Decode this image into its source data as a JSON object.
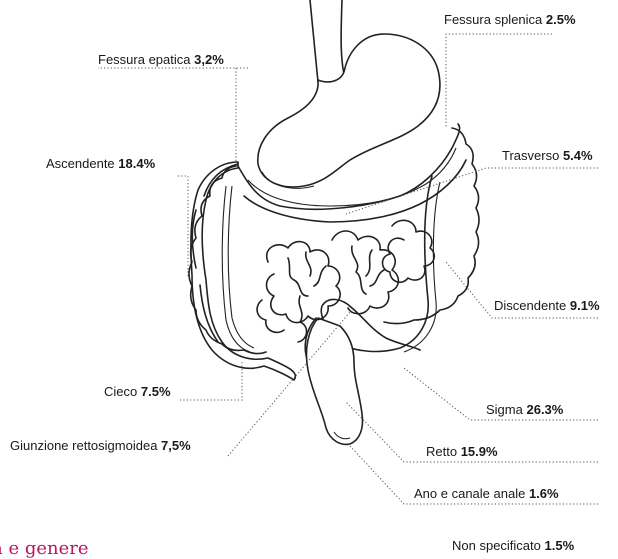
{
  "segments": [
    {
      "key": "fessura_splenica",
      "name": "Fessura splenica",
      "value": "2.5%"
    },
    {
      "key": "fessura_epatica",
      "name": "Fessura epatica",
      "value": "3,2%"
    },
    {
      "key": "ascendente",
      "name": "Ascendente",
      "value": "18.4%"
    },
    {
      "key": "trasverso",
      "name": "Trasverso",
      "value": "5.4%"
    },
    {
      "key": "discendente",
      "name": "Discendente",
      "value": "9.1%"
    },
    {
      "key": "cieco",
      "name": "Cieco",
      "value": "7.5%"
    },
    {
      "key": "sigma",
      "name": "Sigma",
      "value": "26.3%"
    },
    {
      "key": "giunzione",
      "name": "Giunzione rettosigmoidea",
      "value": "7,5%"
    },
    {
      "key": "retto",
      "name": "Retto",
      "value": "15.9%"
    },
    {
      "key": "ano",
      "name": "Ano e canale anale",
      "value": "1.6%"
    },
    {
      "key": "non_specificato",
      "name": "Non specificato",
      "value": "1.5%"
    }
  ],
  "footer_fragment": "a e genere",
  "colors": {
    "accent": "#b5175e",
    "line": "#222222"
  }
}
